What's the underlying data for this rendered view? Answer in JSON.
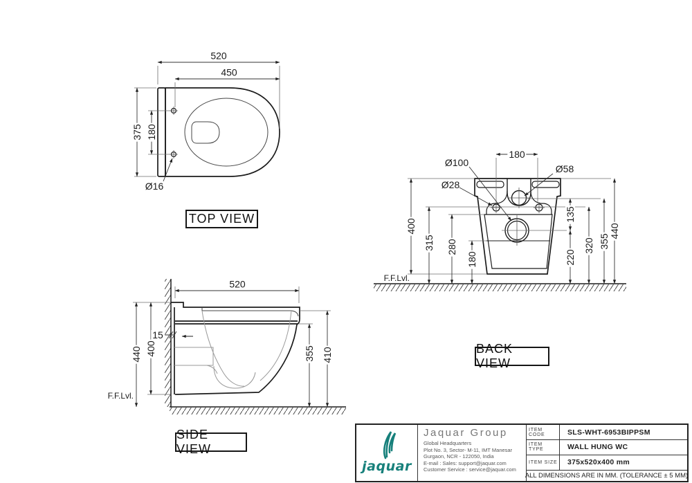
{
  "views": {
    "top": {
      "label": "TOP VIEW",
      "dims": {
        "d520": "520",
        "d450": "450",
        "d375": "375",
        "d180": "180",
        "dia16": "Ø16"
      }
    },
    "side": {
      "label": "SIDE VIEW",
      "ffl": "F.F.Lvl.",
      "dims": {
        "d520": "520",
        "d15": "15",
        "d440": "440",
        "d400": "400",
        "d355": "355",
        "d410": "410"
      }
    },
    "back": {
      "label": "BACK VIEW",
      "ffl": "F.F.Lvl.",
      "dims": {
        "d180": "180",
        "dia100": "Ø100",
        "dia58": "Ø58",
        "dia28": "Ø28",
        "d400": "400",
        "d315": "315",
        "d280": "280",
        "d180b": "180",
        "d135": "135",
        "d220": "220",
        "d320": "320",
        "d355": "355",
        "d440": "440"
      }
    }
  },
  "title_block": {
    "logo_text": "jaquar",
    "brand_color": "#17807b",
    "company": "Jaquar Group",
    "address": [
      "Global Headquarters",
      "Plot No. 3, Sector- M-11, IMT Manesar",
      "Gurgaon, NCR - 122050, India",
      "E-mail : Sales: support@jaquar.com",
      "Customer Service : service@jaquar.com"
    ],
    "rows": [
      {
        "label": "ITEM CODE",
        "value": "SLS-WHT-6953BIPPSM"
      },
      {
        "label": "ITEM TYPE",
        "value": "WALL HUNG WC"
      },
      {
        "label": "ITEM SIZE",
        "value": "375x520x400 mm"
      }
    ],
    "note": "ALL DIMENSIONS ARE IN MM. (TOLERANCE ± 5 MM)"
  }
}
